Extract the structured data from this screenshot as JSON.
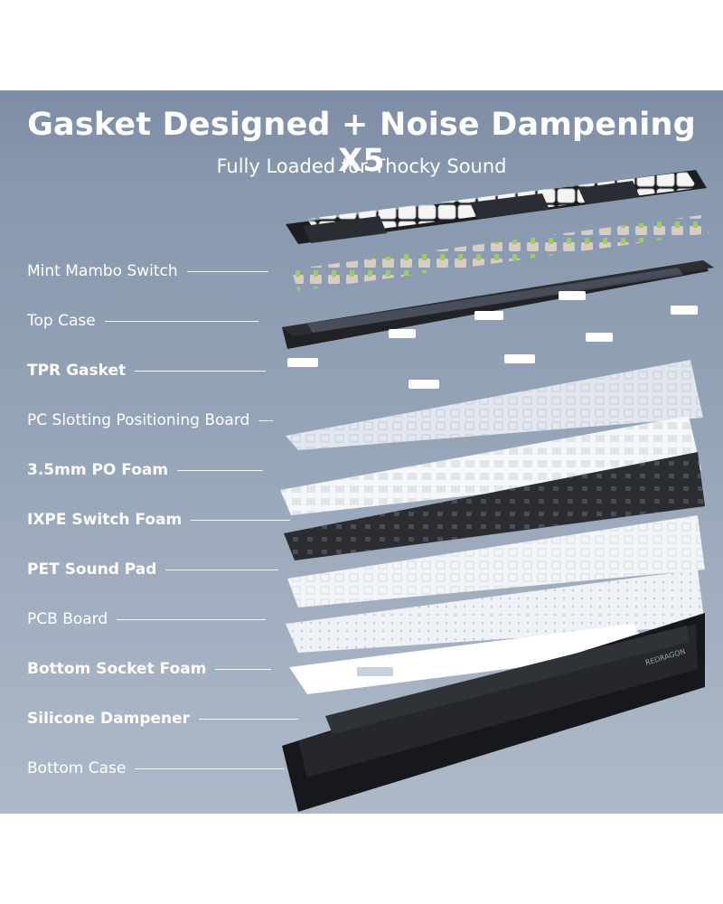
{
  "banner": {
    "title": "Gasket Designed + Noise Dampening X5",
    "subtitle": "Fully Loaded for Thocky Sound",
    "brand_mark": "REDRAGON",
    "colors": {
      "background_top": "#7c8da6",
      "background_bottom": "#adb9c8",
      "text": "#ffffff",
      "switch_stem": "#9ad34a",
      "case": "#1b1d21"
    }
  },
  "layers": [
    {
      "label": "Mint Mambo Switch"
    },
    {
      "label": "Top Case"
    },
    {
      "label": "TPR Gasket"
    },
    {
      "label": "PC Slotting Positioning Board"
    },
    {
      "label": "3.5mm PO Foam"
    },
    {
      "label": "IXPE Switch Foam"
    },
    {
      "label": "PET Sound Pad"
    },
    {
      "label": "PCB Board"
    },
    {
      "label": "Bottom Socket Foam"
    },
    {
      "label": "Silicone Dampener"
    },
    {
      "label": "Bottom Case"
    }
  ]
}
